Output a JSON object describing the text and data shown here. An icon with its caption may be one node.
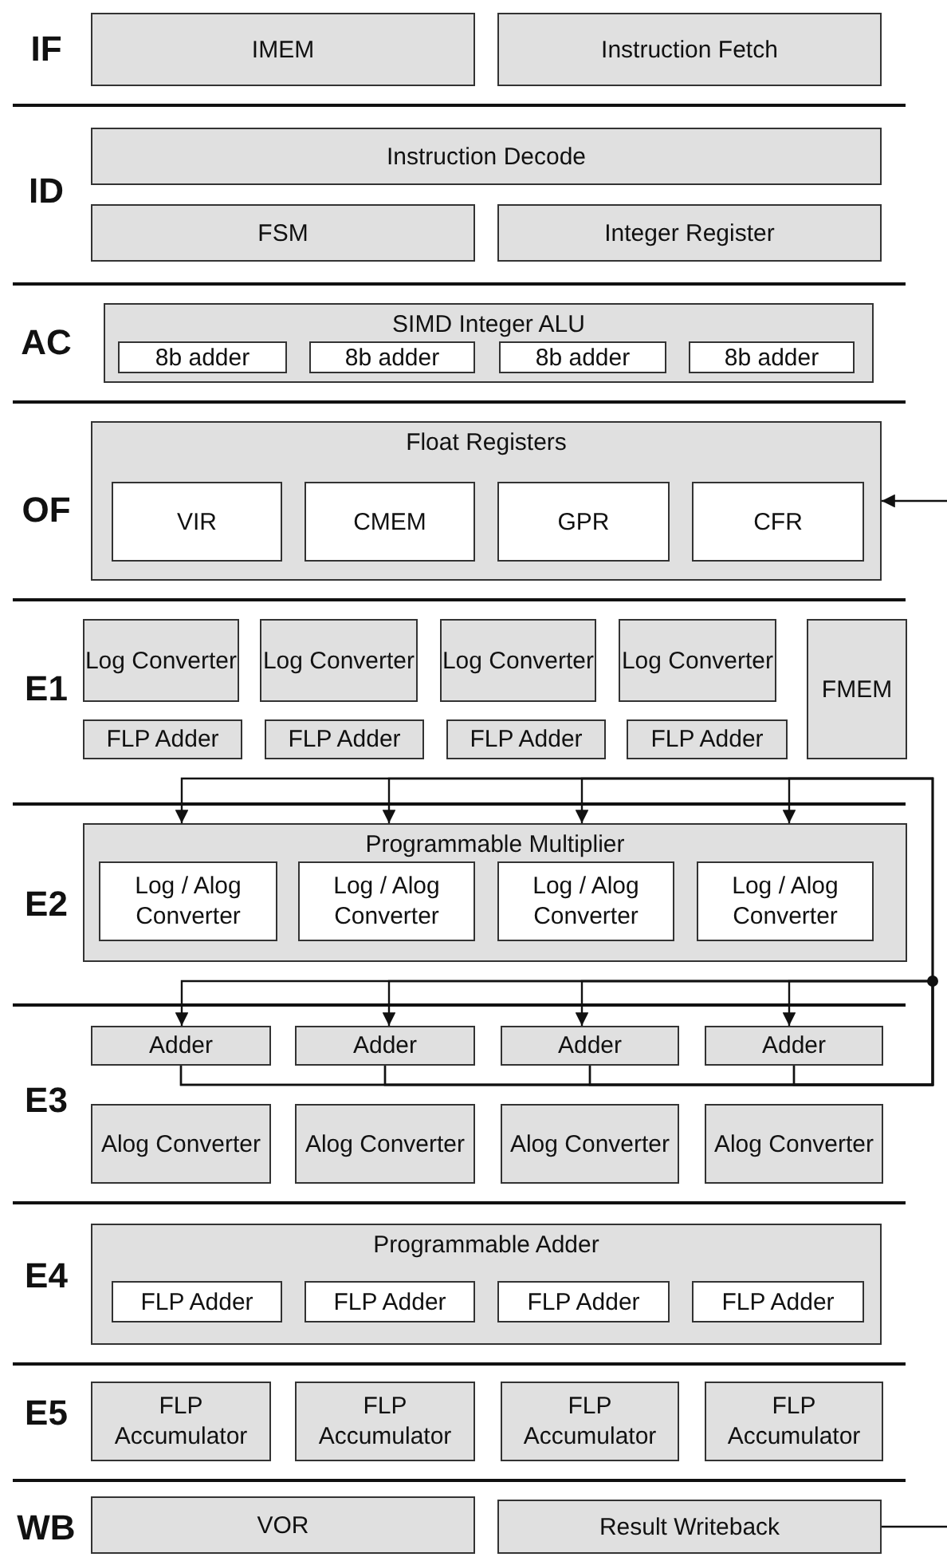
{
  "diagram": {
    "nodes": [
      {
        "text": [
          "IMEM"
        ]
      },
      {
        "text": [
          "Instruction Fetch"
        ]
      },
      {
        "text": [
          "Instruction Decode"
        ]
      },
      {
        "text": [
          "FSM"
        ]
      },
      {
        "text": [
          "Integer Register"
        ]
      },
      {
        "text": [
          "SIMD Integer ALU"
        ]
      },
      {
        "text": [
          "8b adder"
        ],
        "in": 5
      },
      {
        "text": [
          "8b adder"
        ],
        "in": 5
      },
      {
        "text": [
          "8b adder"
        ],
        "in": 5
      },
      {
        "text": [
          "8b adder"
        ],
        "in": 5
      },
      {
        "text": [
          "Float Registers"
        ]
      },
      {
        "text": [
          "VIR"
        ],
        "in": 10
      },
      {
        "text": [
          "CMEM"
        ],
        "in": 10
      },
      {
        "text": [
          "GPR"
        ],
        "in": 10
      },
      {
        "text": [
          "CFR"
        ],
        "in": 10
      },
      {
        "text": [
          "Log Converter"
        ]
      },
      {
        "text": [
          "Log Converter"
        ]
      },
      {
        "text": [
          "Log Converter"
        ]
      },
      {
        "text": [
          "Log Converter"
        ]
      },
      {
        "text": [
          "FMEM"
        ]
      },
      {
        "text": [
          "FLP Adder"
        ]
      },
      {
        "text": [
          "FLP Adder"
        ]
      },
      {
        "text": [
          "FLP Adder"
        ]
      },
      {
        "text": [
          "FLP Adder"
        ]
      },
      {
        "text": [
          "Programmable Multiplier"
        ]
      },
      {
        "text": [
          "Log / Alog Converter"
        ],
        "in": 24
      },
      {
        "text": [
          "Log / Alog Converter"
        ],
        "in": 24
      },
      {
        "text": [
          "Log / Alog Converter"
        ],
        "in": 24
      },
      {
        "text": [
          "Log / Alog Converter"
        ],
        "in": 24
      },
      {
        "text": [
          "Adder"
        ]
      },
      {
        "text": [
          "Adder"
        ]
      },
      {
        "text": [
          "Adder"
        ]
      },
      {
        "text": [
          "Adder"
        ]
      },
      {
        "text": [
          "Alog Converter"
        ]
      },
      {
        "text": [
          "Alog Converter"
        ]
      },
      {
        "text": [
          "Alog Converter"
        ]
      },
      {
        "text": [
          "Alog Converter"
        ]
      },
      {
        "text": [
          "Programmable Adder"
        ]
      },
      {
        "text": [
          "FLP Adder"
        ],
        "in": 37
      },
      {
        "text": [
          "FLP Adder"
        ],
        "in": 37
      },
      {
        "text": [
          "FLP Adder"
        ],
        "in": 37
      },
      {
        "text": [
          "FLP Adder"
        ],
        "in": 37
      },
      {
        "text": [
          "FLP Accumulator"
        ]
      },
      {
        "text": [
          "FLP Accumulator"
        ]
      },
      {
        "text": [
          "FLP Accumulator"
        ]
      },
      {
        "text": [
          "FLP Accumulator"
        ]
      },
      {
        "text": [
          "VOR"
        ]
      },
      {
        "text": [
          "Result Writeback"
        ]
      }
    ],
    "edges": [
      {
        "from": null,
        "to": 10,
        "arrow": "to"
      },
      {
        "from": 47,
        "to": null,
        "arrow": "none"
      },
      {
        "from": 29,
        "to": 24,
        "arrow": "to"
      },
      {
        "from": 30,
        "to": 24,
        "arrow": "to"
      },
      {
        "from": 31,
        "to": 24,
        "arrow": "to"
      },
      {
        "from": 32,
        "to": 24,
        "arrow": "to"
      },
      {
        "from": 29,
        "to": 29,
        "arrow": "to"
      },
      {
        "from": 30,
        "to": 30,
        "arrow": "to"
      },
      {
        "from": 31,
        "to": 31,
        "arrow": "to"
      },
      {
        "from": 32,
        "to": 32,
        "arrow": "to"
      }
    ],
    "labels": [
      "IF",
      "ID",
      "AC",
      "OF",
      "E1",
      "E2",
      "E3",
      "E4",
      "E5",
      "WB"
    ]
  }
}
